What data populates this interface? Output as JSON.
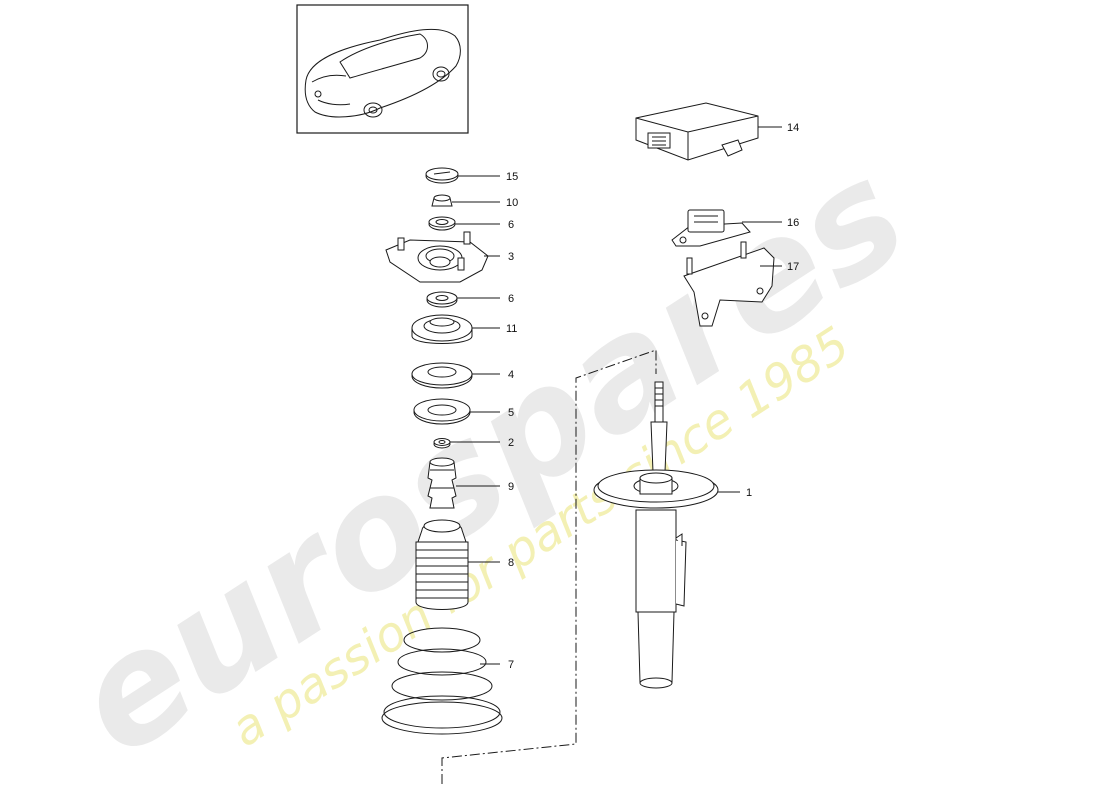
{
  "watermark": {
    "brand": "eurospares",
    "tagline": "a passion for parts since 1985",
    "brand_color": "#e9e9e9",
    "tagline_color": "#f3f0b0"
  },
  "line_color": "#1a1a1a",
  "callouts": {
    "p1": "1",
    "p2": "2",
    "p3": "3",
    "p4": "4",
    "p5": "5",
    "p6a": "6",
    "p6b": "6",
    "p7": "7",
    "p8": "8",
    "p9": "9",
    "p10": "10",
    "p11": "11",
    "p14": "14",
    "p15": "15",
    "p16": "16",
    "p17": "17"
  },
  "icons": {
    "car_thumbnail": "car-thumbnail-icon",
    "strut": "shock-absorber-strut-icon",
    "coil_spring": "coil-spring-icon",
    "control_unit": "control-unit-icon"
  }
}
